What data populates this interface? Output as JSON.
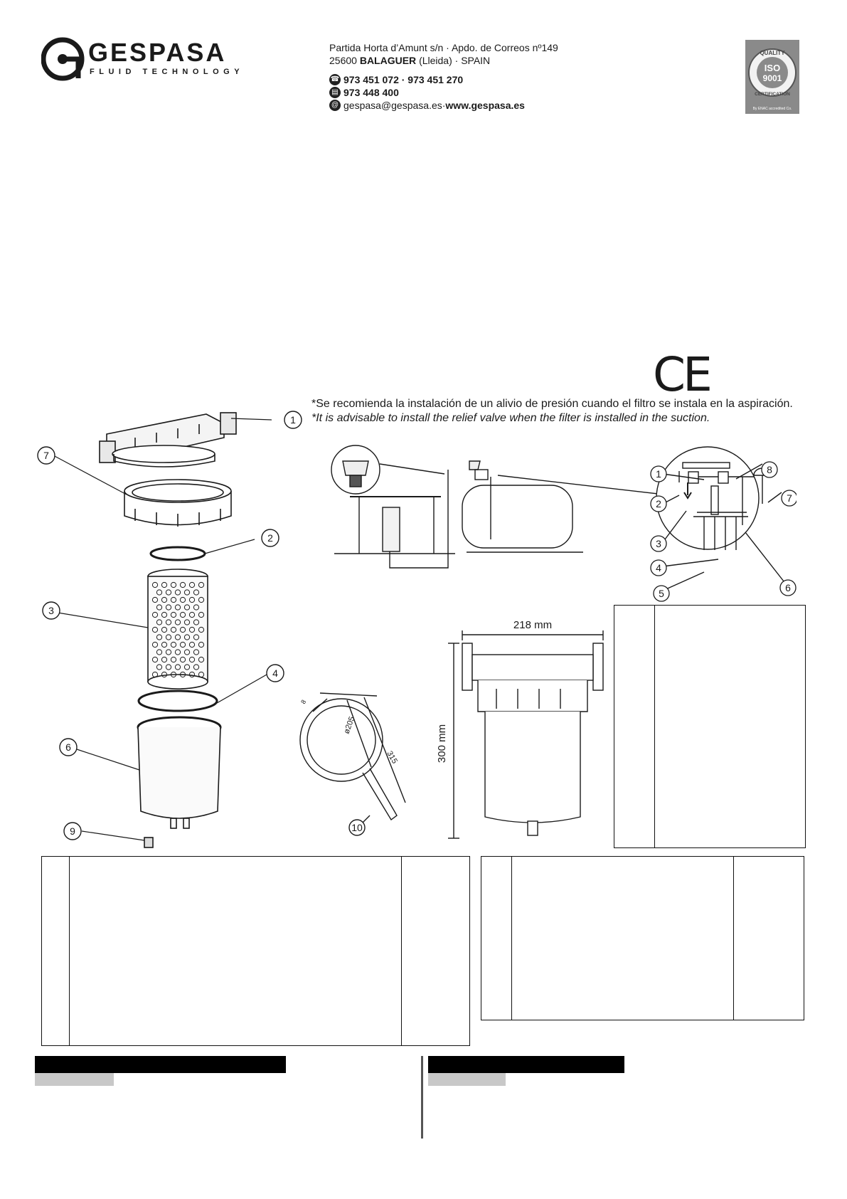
{
  "header": {
    "logo_text": "GESPASA",
    "logo_subtitle": "FLUID TECHNOLOGY",
    "address_line1": "Partida Horta d’Amunt s/n · Apdo. de Correos nº149",
    "address_line2_prefix": "25600",
    "address_line2_city": "BALAGUER",
    "address_line2_suffix": "(Lleida) · SPAIN",
    "phone": "973 451 072 · 973 451 270",
    "fax": "973 448 400",
    "email": "gespasa@gespasa.es",
    "separator": " · ",
    "website": "www.gespasa.es",
    "iso_top": "QUALITY",
    "iso_mid": "ISO",
    "iso_num": "9001",
    "iso_bottom": "CERTIFICATION",
    "iso_note": "By ENAC accredited Co."
  },
  "ce_mark": "CE",
  "notes": {
    "es": "*Se recomienda la instalación de un alivio de presión cuando el filtro se instala en la aspiración.",
    "en": "*It is advisable to install the relief valve when the filter is installed in the suction."
  },
  "exploded_view": {
    "callouts": [
      "1",
      "7",
      "2",
      "3",
      "4",
      "6",
      "9",
      "10"
    ]
  },
  "installation": {
    "callouts": [
      "1",
      "8",
      "2",
      "7",
      "3",
      "4",
      "6",
      "5"
    ]
  },
  "dimensions": {
    "width": "218 mm",
    "height": "300 mm",
    "wrench_dia": "ø205",
    "wrench_len": "315",
    "wrench_thk": "8"
  },
  "colors": {
    "line": "#1a1a1a",
    "bar": "#000000",
    "grey_bar": "#c8c8c8"
  }
}
